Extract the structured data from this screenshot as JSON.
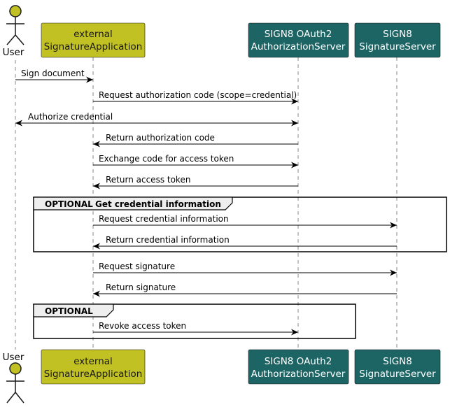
{
  "colors": {
    "actor_fill": "#c1c124",
    "external_box": "#c1c124",
    "external_text": "#1a1a1a",
    "server_box": "#1d6464",
    "server_text": "#ffffff",
    "line": "#000000",
    "lifeline": "#888888",
    "group_header": "#eeeeee"
  },
  "participants": {
    "user": {
      "label": "User"
    },
    "app": {
      "line1": "external",
      "line2": "SignatureApplication"
    },
    "auth": {
      "line1": "SIGN8 OAuth2",
      "line2": "AuthorizationServer"
    },
    "sig": {
      "line1": "SIGN8",
      "line2": "SignatureServer"
    }
  },
  "messages": [
    {
      "from": "user",
      "to": "app",
      "text": "Sign document",
      "bidirectional": false
    },
    {
      "from": "app",
      "to": "auth",
      "text": "Request authorization code (scope=credential)",
      "bidirectional": false
    },
    {
      "from": "user",
      "to": "auth",
      "text": "Authorize credential",
      "bidirectional": true
    },
    {
      "from": "auth",
      "to": "app",
      "text": "Return authorization code",
      "bidirectional": false
    },
    {
      "from": "app",
      "to": "auth",
      "text": "Exchange code for access token",
      "bidirectional": false
    },
    {
      "from": "auth",
      "to": "app",
      "text": "Return access token",
      "bidirectional": false
    },
    {
      "from": "app",
      "to": "sig",
      "text": "Request credential information",
      "bidirectional": false
    },
    {
      "from": "sig",
      "to": "app",
      "text": "Return credential information",
      "bidirectional": false
    },
    {
      "from": "app",
      "to": "sig",
      "text": "Request signature",
      "bidirectional": false
    },
    {
      "from": "sig",
      "to": "app",
      "text": "Return signature",
      "bidirectional": false
    },
    {
      "from": "app",
      "to": "auth",
      "text": "Revoke access token",
      "bidirectional": false
    }
  ],
  "fragments": [
    {
      "keyword": "OPTIONAL",
      "label": "Get credential information"
    },
    {
      "keyword": "OPTIONAL",
      "label": ""
    }
  ]
}
